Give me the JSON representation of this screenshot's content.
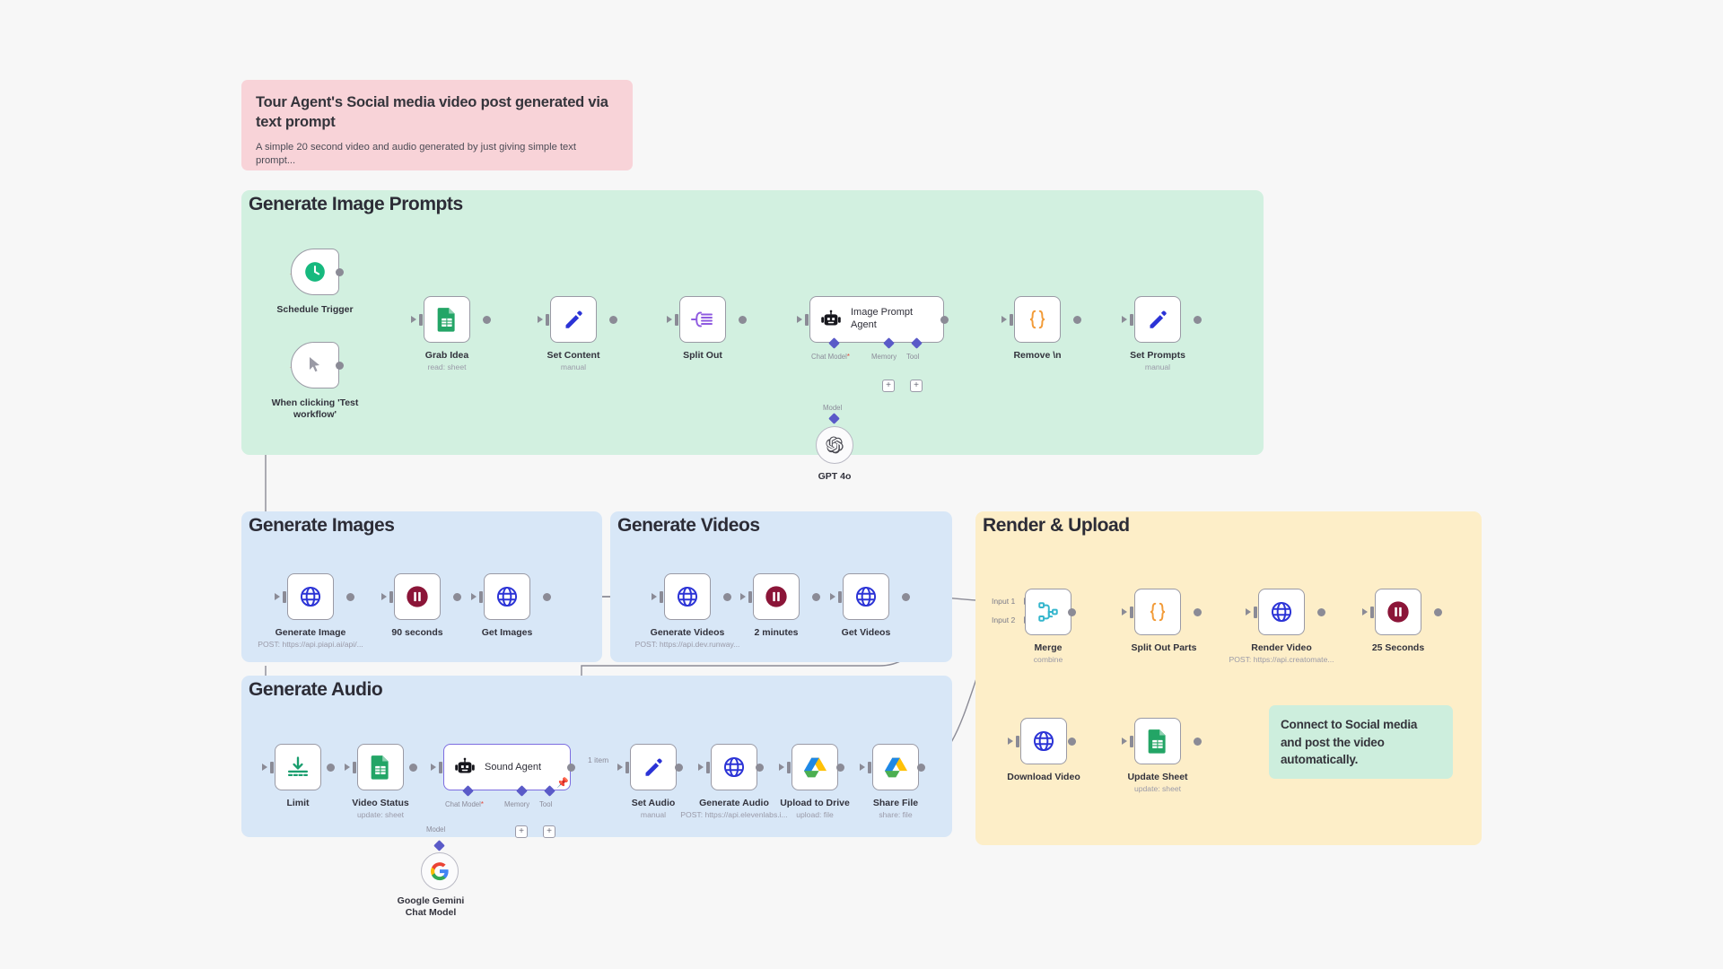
{
  "canvas": {
    "background": "#f7f7f7"
  },
  "sticky_notes": [
    {
      "id": "note-main",
      "title": "Tour Agent's Social media video post generated via text prompt",
      "body": "A simple 20 second video and audio generated by just giving simple text prompt...",
      "color": "#f8d3d8"
    },
    {
      "id": "note-social",
      "title": "Connect to Social media and post the video automatically.",
      "body": "",
      "color": "#cdeedd"
    }
  ],
  "groups": [
    {
      "id": "group-image-prompts",
      "title": "Generate Image Prompts",
      "color": "#d2f0e0"
    },
    {
      "id": "group-images",
      "title": "Generate Images",
      "color": "#d8e7f7"
    },
    {
      "id": "group-videos",
      "title": "Generate Videos",
      "color": "#d8e7f7"
    },
    {
      "id": "group-audio",
      "title": "Generate Audio",
      "color": "#d8e7f7"
    },
    {
      "id": "group-render",
      "title": "Render & Upload",
      "color": "#fdeec8"
    }
  ],
  "nodes": [
    {
      "id": "schedule-trigger",
      "label": "Schedule Trigger",
      "sub": "",
      "icon": "clock-icon",
      "kind": "trigger"
    },
    {
      "id": "manual-trigger",
      "label": "When clicking 'Test workflow'",
      "sub": "",
      "icon": "cursor-icon",
      "kind": "trigger"
    },
    {
      "id": "grab-idea",
      "label": "Grab Idea",
      "sub": "read: sheet",
      "icon": "google-sheets-icon",
      "kind": "node"
    },
    {
      "id": "set-content",
      "label": "Set Content",
      "sub": "manual",
      "icon": "edit-pencil-icon",
      "kind": "node"
    },
    {
      "id": "split-out",
      "label": "Split Out",
      "sub": "",
      "icon": "split-out-icon",
      "kind": "node"
    },
    {
      "id": "image-prompt-agent",
      "label": "Image Prompt Agent",
      "sub": "",
      "icon": "robot-icon",
      "kind": "agent"
    },
    {
      "id": "remove-n",
      "label": "Remove \\n",
      "sub": "",
      "icon": "code-braces-icon",
      "kind": "node"
    },
    {
      "id": "set-prompts",
      "label": "Set Prompts",
      "sub": "manual",
      "icon": "edit-pencil-icon",
      "kind": "node"
    },
    {
      "id": "gpt-4o",
      "label": "GPT 4o",
      "sub": "",
      "icon": "openai-icon",
      "kind": "model"
    },
    {
      "id": "generate-image",
      "label": "Generate Image",
      "sub": "POST: https://api.piapi.ai/api/...",
      "icon": "globe-icon",
      "kind": "node"
    },
    {
      "id": "wait-90-seconds",
      "label": "90 seconds",
      "sub": "",
      "icon": "pause-icon",
      "kind": "node"
    },
    {
      "id": "get-images",
      "label": "Get Images",
      "sub": "",
      "icon": "globe-icon",
      "kind": "node"
    },
    {
      "id": "generate-videos",
      "label": "Generate Videos",
      "sub": "POST: https://api.dev.runway...",
      "icon": "globe-icon",
      "kind": "node"
    },
    {
      "id": "wait-2-minutes",
      "label": "2 minutes",
      "sub": "",
      "icon": "pause-icon",
      "kind": "node"
    },
    {
      "id": "get-videos",
      "label": "Get Videos",
      "sub": "",
      "icon": "globe-icon",
      "kind": "node"
    },
    {
      "id": "limit",
      "label": "Limit",
      "sub": "",
      "icon": "limit-icon",
      "kind": "node"
    },
    {
      "id": "video-status",
      "label": "Video Status",
      "sub": "update: sheet",
      "icon": "google-sheets-icon",
      "kind": "node"
    },
    {
      "id": "sound-agent",
      "label": "Sound Agent",
      "sub": "",
      "icon": "robot-icon",
      "kind": "agent"
    },
    {
      "id": "set-audio",
      "label": "Set Audio",
      "sub": "manual",
      "icon": "edit-pencil-icon",
      "kind": "node"
    },
    {
      "id": "generate-audio",
      "label": "Generate Audio",
      "sub": "POST: https://api.elevenlabs.i...",
      "icon": "globe-icon",
      "kind": "node"
    },
    {
      "id": "upload-to-drive",
      "label": "Upload to Drive",
      "sub": "upload: file",
      "icon": "google-drive-icon",
      "kind": "node"
    },
    {
      "id": "share-file",
      "label": "Share File",
      "sub": "share: file",
      "icon": "google-drive-icon",
      "kind": "node"
    },
    {
      "id": "gemini-chat-model",
      "label": "Google Gemini Chat Model",
      "sub": "",
      "icon": "google-icon",
      "kind": "model"
    },
    {
      "id": "merge",
      "label": "Merge",
      "sub": "combine",
      "icon": "merge-icon",
      "kind": "node"
    },
    {
      "id": "split-out-parts",
      "label": "Split Out Parts",
      "sub": "",
      "icon": "code-braces-icon",
      "kind": "node"
    },
    {
      "id": "render-video",
      "label": "Render Video",
      "sub": "POST: https://api.creatomate...",
      "icon": "globe-icon",
      "kind": "node"
    },
    {
      "id": "wait-25-seconds",
      "label": "25 Seconds",
      "sub": "",
      "icon": "pause-icon",
      "kind": "node"
    },
    {
      "id": "download-video",
      "label": "Download Video",
      "sub": "",
      "icon": "globe-icon",
      "kind": "node"
    },
    {
      "id": "update-sheet",
      "label": "Update Sheet",
      "sub": "update: sheet",
      "icon": "google-sheets-icon",
      "kind": "node"
    }
  ],
  "sub_connectors": {
    "chat_model": "Chat Model",
    "chat_model_required": "*",
    "memory": "Memory",
    "tool": "Tool",
    "model": "Model",
    "plus": "+"
  },
  "edge_labels": {
    "sound_agent_out": "1 item",
    "merge_input_1": "Input 1",
    "merge_input_2": "Input 2"
  },
  "colors": {
    "note_pink": "#f8d3d8",
    "note_green": "#cdeedd",
    "group_green": "#d2f0e0",
    "group_blue": "#d8e7f7",
    "group_yellow": "#fdeec8",
    "wire": "#8b8b96",
    "accent_purple": "#5a5ac8",
    "required_red": "#e24a3c"
  }
}
